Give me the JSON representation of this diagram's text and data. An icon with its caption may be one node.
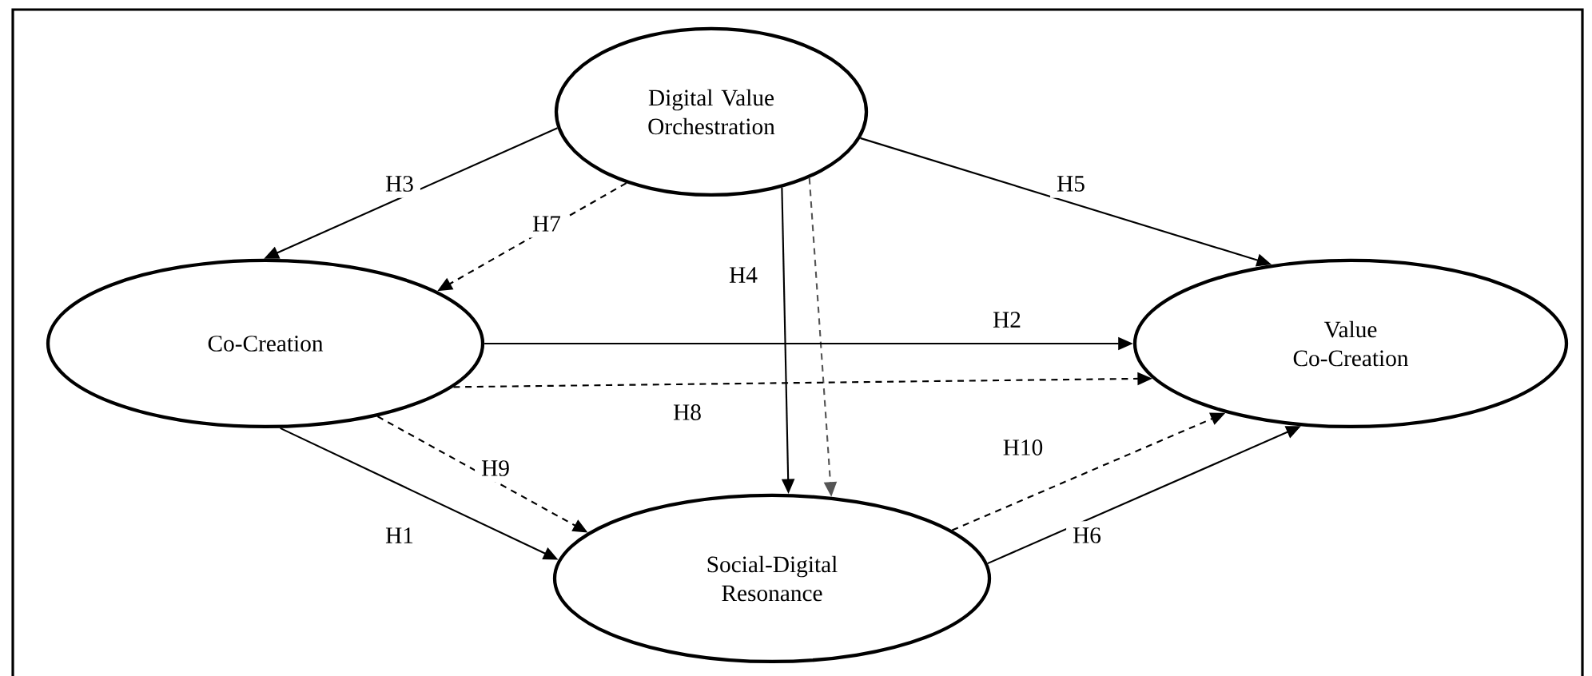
{
  "diagram": {
    "nodes": [
      {
        "text": [
          "Digital Value Orchestration"
        ]
      },
      {
        "text": [
          "Co-Creation"
        ]
      },
      {
        "text": [
          "Value Co-Creation"
        ]
      },
      {
        "text": [
          "Social-Digital Resonance"
        ]
      }
    ],
    "edges": [
      {
        "from": 0,
        "to": 1,
        "arrow": "to",
        "label": "H3"
      },
      {
        "from": 0,
        "to": 1,
        "arrow": "to",
        "label": "H7",
        "style": "dashed"
      },
      {
        "from": 0,
        "to": 2,
        "arrow": "to",
        "label": "H5"
      },
      {
        "from": 0,
        "to": 3,
        "arrow": "to",
        "label": "H4"
      },
      {
        "from": 0,
        "to": 3,
        "arrow": "to",
        "style": "dashed",
        "color": "#555555"
      },
      {
        "from": 1,
        "to": 2,
        "arrow": "to",
        "label": "H2"
      },
      {
        "from": 1,
        "to": 2,
        "arrow": "to",
        "label": "H8",
        "style": "dashed"
      },
      {
        "from": 1,
        "to": 3,
        "arrow": "to",
        "label": "H9",
        "style": "dashed"
      },
      {
        "from": 1,
        "to": 3,
        "arrow": "to",
        "label": "H1"
      },
      {
        "from": 3,
        "to": 2,
        "arrow": "to",
        "label": "H10",
        "style": "dashed"
      },
      {
        "from": 3,
        "to": 2,
        "arrow": "to",
        "label": "H6"
      }
    ]
  }
}
